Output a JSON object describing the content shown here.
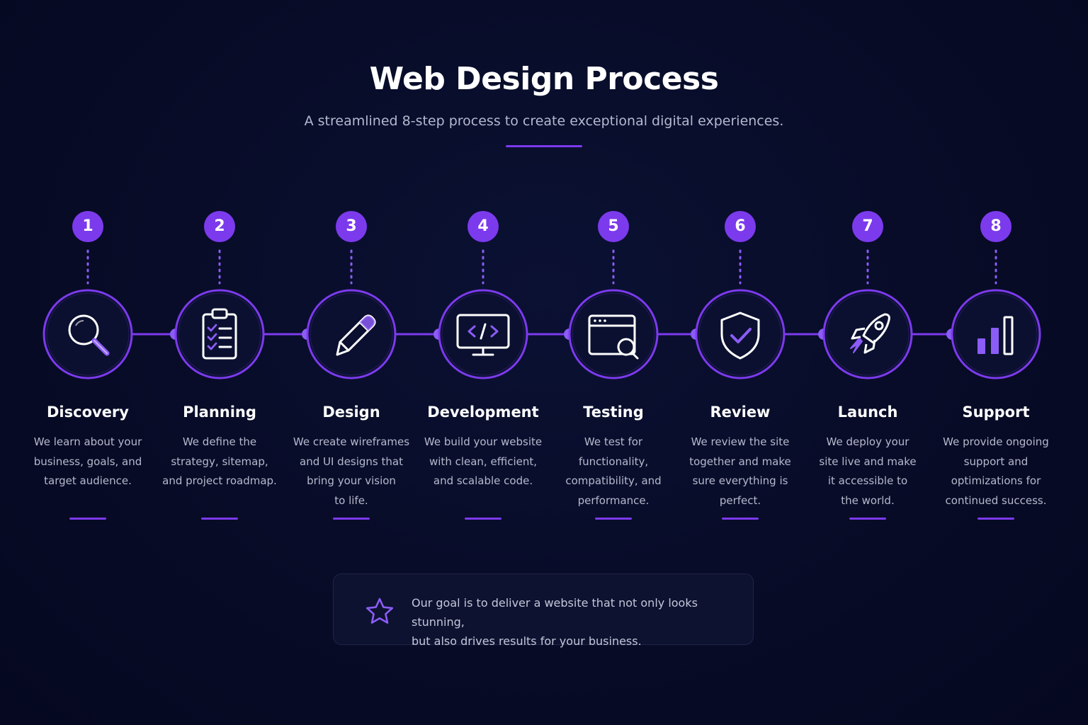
{
  "header": {
    "title": "Web Design Process",
    "subtitle": "A streamlined 8-step process to create exceptional digital experiences."
  },
  "colors": {
    "background": "#070b26",
    "accent": "#7c3aed",
    "text": "#ffffff",
    "muted_text": "#b6b9cc"
  },
  "steps": [
    {
      "number": "1",
      "title": "Discovery",
      "description": "We learn about your\nbusiness, goals, and\ntarget audience.",
      "icon": "magnifier-icon"
    },
    {
      "number": "2",
      "title": "Planning",
      "description": "We define the\nstrategy, sitemap,\nand project roadmap.",
      "icon": "clipboard-checklist-icon"
    },
    {
      "number": "3",
      "title": "Design",
      "description": "We create wireframes\nand UI designs that\nbring your vision\nto life.",
      "icon": "pencil-icon"
    },
    {
      "number": "4",
      "title": "Development",
      "description": "We build your website\nwith clean, efficient,\nand scalable code.",
      "icon": "code-monitor-icon"
    },
    {
      "number": "5",
      "title": "Testing",
      "description": "We test for\nfunctionality,\ncompatibility, and\nperformance.",
      "icon": "browser-search-icon"
    },
    {
      "number": "6",
      "title": "Review",
      "description": "We review the site\ntogether and make\nsure everything is\nperfect.",
      "icon": "shield-check-icon"
    },
    {
      "number": "7",
      "title": "Launch",
      "description": "We deploy your\nsite live and make\nit accessible to\nthe world.",
      "icon": "rocket-icon"
    },
    {
      "number": "8",
      "title": "Support",
      "description": "We provide ongoing\nsupport and\noptimizations for\ncontinued success.",
      "icon": "bar-chart-icon"
    }
  ],
  "goal": {
    "icon": "star-icon",
    "text": "Our goal is to deliver a website that not only looks stunning,\nbut also drives results for your business."
  }
}
